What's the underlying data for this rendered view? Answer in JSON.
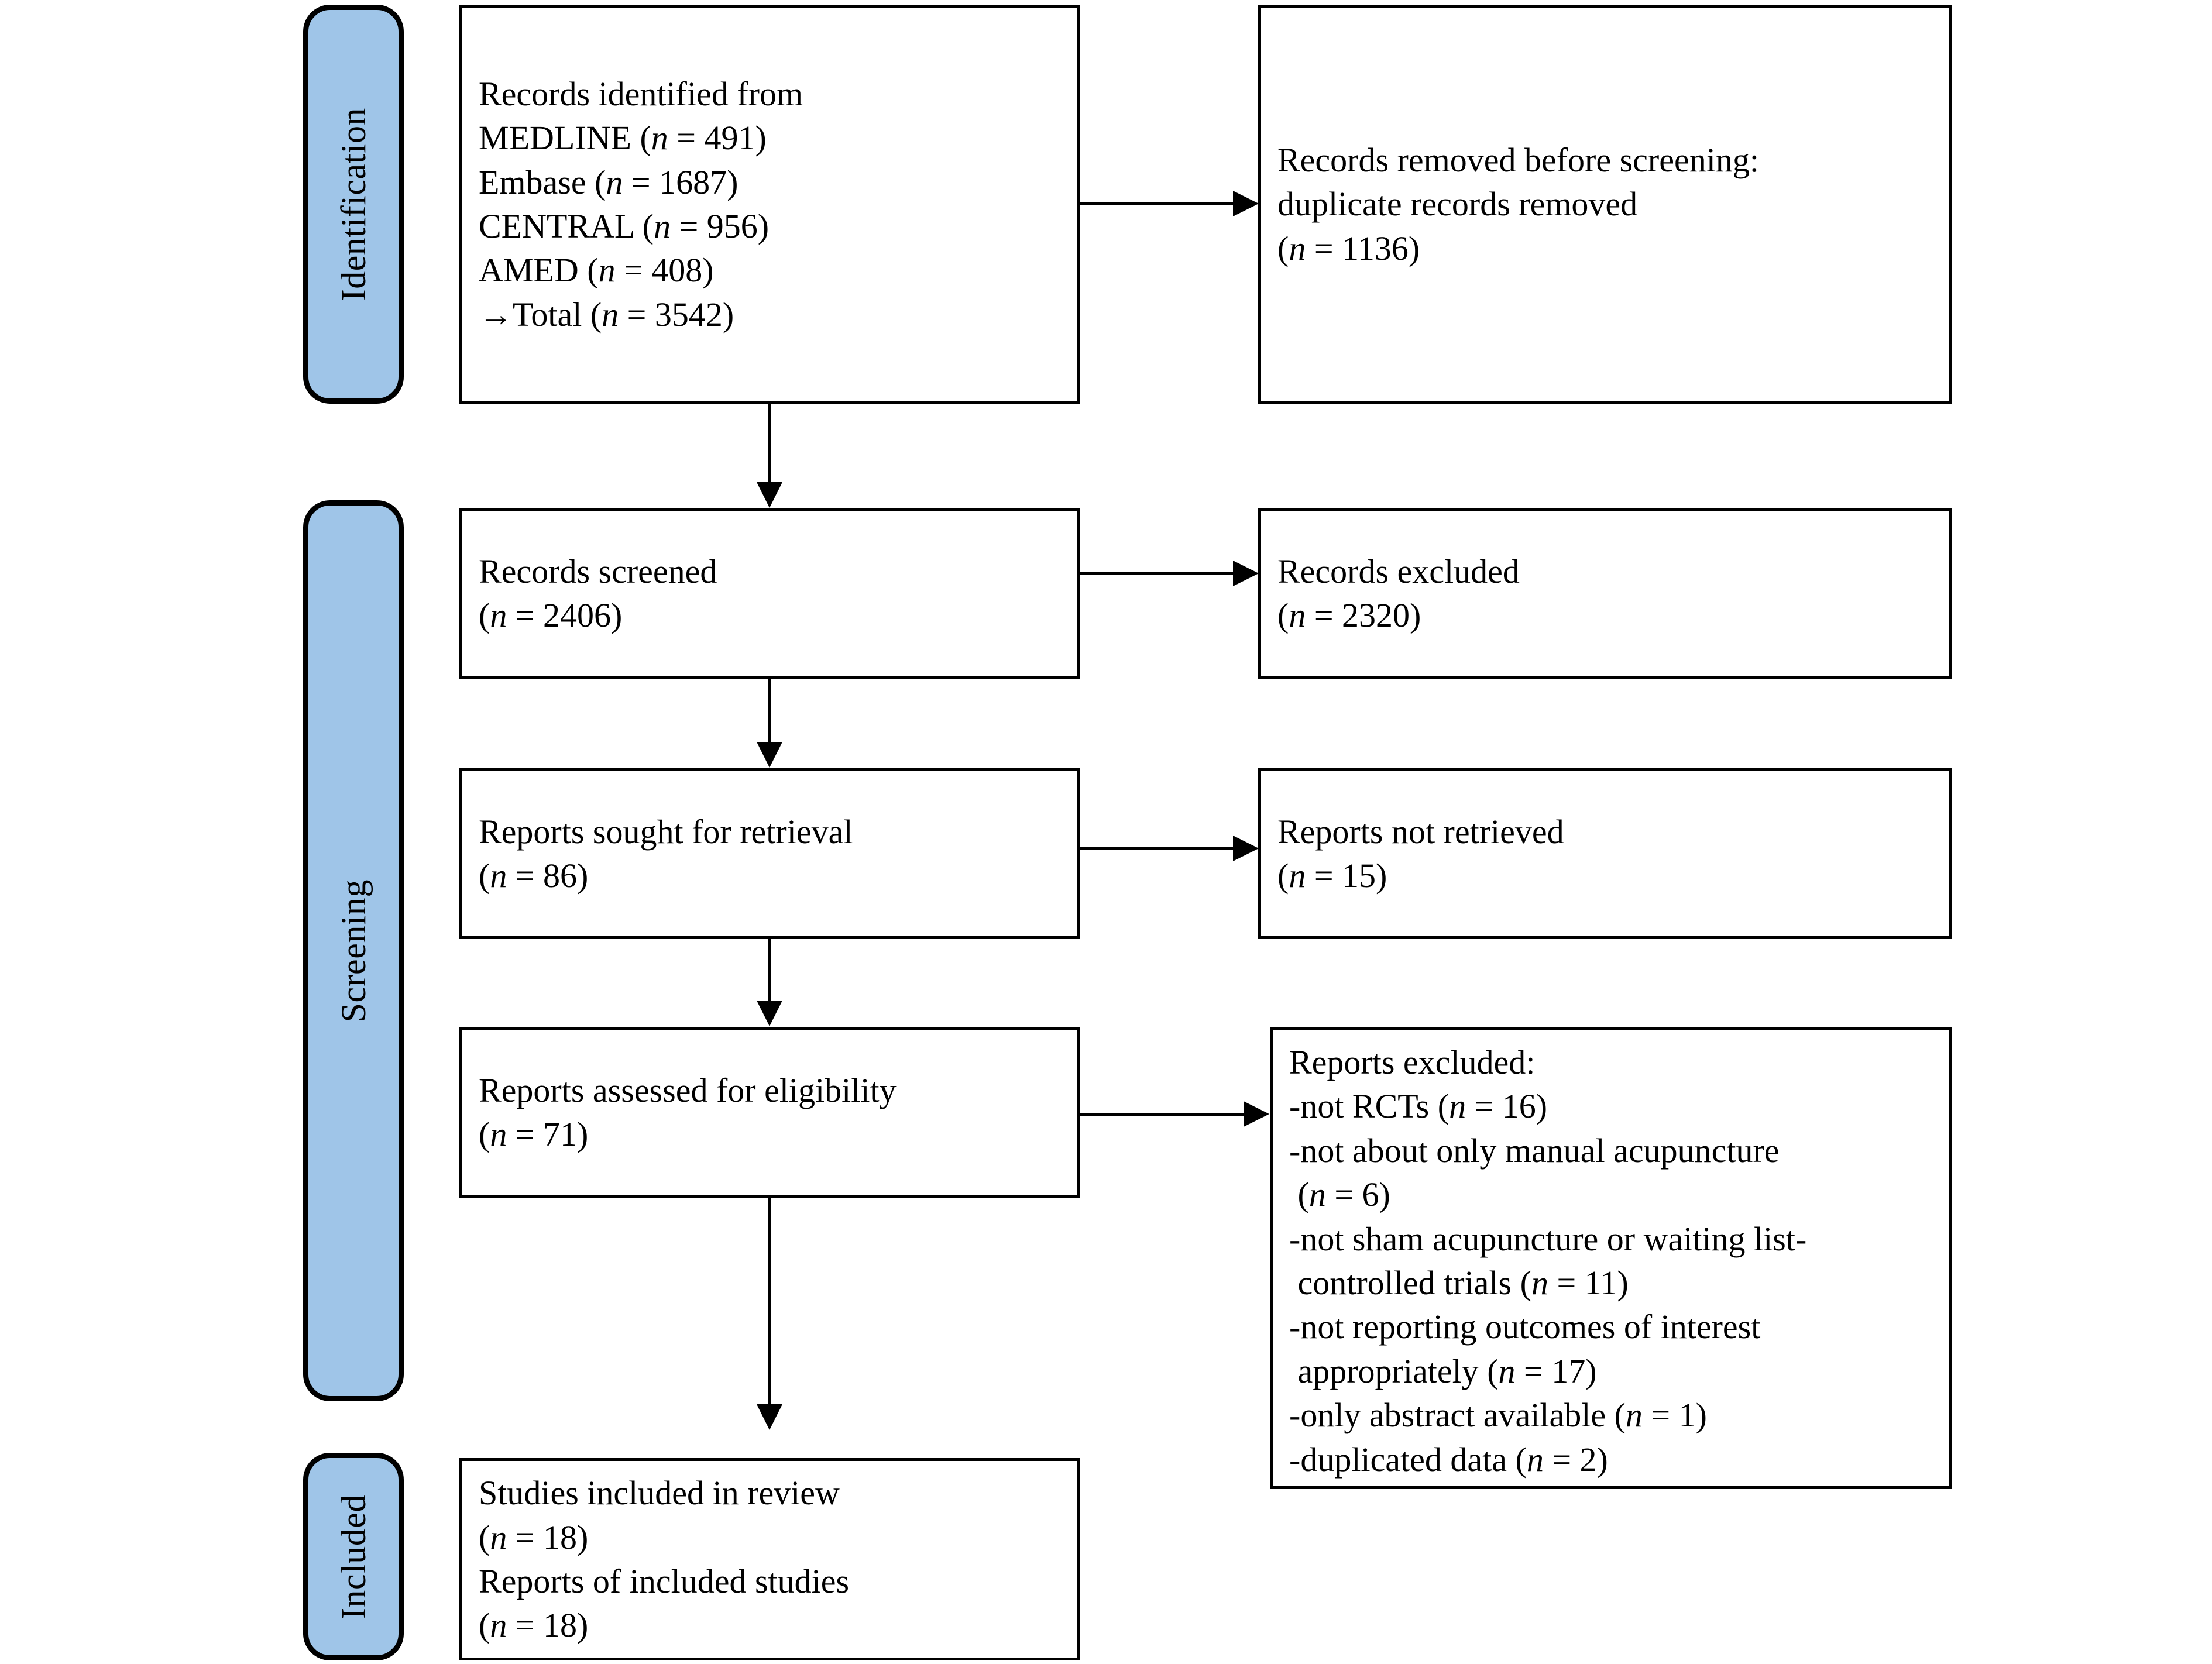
{
  "diagram": {
    "type": "PRISMA flow diagram",
    "accent_color": "#9FC5E8",
    "line_color": "#000000",
    "background_color": "#FFFFFF"
  },
  "stages": [
    {
      "id": "identification",
      "label": "Identification"
    },
    {
      "id": "screening",
      "label": "Screening"
    },
    {
      "id": "included",
      "label": "Included"
    }
  ],
  "boxes": {
    "identified": {
      "l1": "Records identified from",
      "l2_label": "MEDLINE (",
      "l2_n": "n",
      "l2_val": " = 491)",
      "l3_label": "Embase (",
      "l3_n": "n",
      "l3_val": " = 1687)",
      "l4_label": "CENTRAL (",
      "l4_n": "n",
      "l4_val": " = 956)",
      "l5_label": "AMED (",
      "l5_n": "n",
      "l5_val": " = 408)",
      "l6_label": "→Total (",
      "l6_n": "n",
      "l6_val": " = 3542)"
    },
    "removed": {
      "l1": "Records removed before screening:",
      "l2": "duplicate records removed",
      "l3_open": "(",
      "l3_n": "n",
      "l3_val": " = 1136)"
    },
    "screened": {
      "l1": "Records screened",
      "l2_open": "(",
      "l2_n": "n",
      "l2_val": " = 2406)"
    },
    "records_excluded": {
      "l1": "Records excluded",
      "l2_open": "(",
      "l2_n": "n",
      "l2_val": " = 2320)"
    },
    "sought": {
      "l1": "Reports sought for retrieval",
      "l2_open": "(",
      "l2_n": "n",
      "l2_val": " = 86)"
    },
    "not_retrieved": {
      "l1": "Reports not retrieved",
      "l2_open": "(",
      "l2_n": "n",
      "l2_val": " = 15)"
    },
    "assessed": {
      "l1": "Reports assessed for eligibility",
      "l2_open": "(",
      "l2_n": "n",
      "l2_val": " = 71)"
    },
    "reports_excluded": {
      "heading": "Reports excluded:",
      "r1a": "-not RCTs (",
      "r1n": "n",
      "r1b": " = 16)",
      "r2a": "-not about only manual acupuncture",
      "r2b_open": " (",
      "r2n": "n",
      "r2b": " = 6)",
      "r3a": "-not sham acupuncture or waiting list-",
      "r3b_pre": " controlled trials (",
      "r3n": "n",
      "r3b": " = 11)",
      "r4a": "-not reporting outcomes of interest",
      "r4b_pre": " appropriately (",
      "r4n": "n",
      "r4b": " = 17)",
      "r5a": "-only abstract available (",
      "r5n": "n",
      "r5b": " = 1)",
      "r6a": "-duplicated data (",
      "r6n": "n",
      "r6b": " = 2)"
    },
    "included": {
      "l1": "Studies included in review",
      "l2_open": "(",
      "l2_n": "n",
      "l2_val": " = 18)",
      "l3": "Reports of included studies",
      "l4_open": "(",
      "l4_n": "n",
      "l4_val": " = 18)"
    }
  },
  "chart_data": {
    "type": "diagram",
    "title": "PRISMA 2020 flow diagram",
    "nodes": [
      {
        "id": "identified",
        "stage": "Identification",
        "text": "Records identified from MEDLINE (n = 491), Embase (n = 1687), CENTRAL (n = 956), AMED (n = 408), Total (n = 3542)",
        "counts": {
          "MEDLINE": 491,
          "Embase": 1687,
          "CENTRAL": 956,
          "AMED": 408,
          "Total": 3542
        }
      },
      {
        "id": "removed",
        "stage": "Identification",
        "text": "Records removed before screening: duplicate records removed (n = 1136)",
        "counts": {
          "duplicates_removed": 1136
        }
      },
      {
        "id": "screened",
        "stage": "Screening",
        "text": "Records screened (n = 2406)",
        "counts": {
          "screened": 2406
        }
      },
      {
        "id": "records_excluded",
        "stage": "Screening",
        "text": "Records excluded (n = 2320)",
        "counts": {
          "excluded": 2320
        }
      },
      {
        "id": "sought",
        "stage": "Screening",
        "text": "Reports sought for retrieval (n = 86)",
        "counts": {
          "sought": 86
        }
      },
      {
        "id": "not_retrieved",
        "stage": "Screening",
        "text": "Reports not retrieved (n = 15)",
        "counts": {
          "not_retrieved": 15
        }
      },
      {
        "id": "assessed",
        "stage": "Screening",
        "text": "Reports assessed for eligibility (n = 71)",
        "counts": {
          "assessed": 71
        }
      },
      {
        "id": "reports_excluded",
        "stage": "Screening",
        "text": "Reports excluded",
        "counts": {
          "not RCTs": 16,
          "not about only manual acupuncture": 6,
          "not sham acupuncture or waiting list-controlled trials": 11,
          "not reporting outcomes of interest appropriately": 17,
          "only abstract available": 1,
          "duplicated data": 2
        }
      },
      {
        "id": "included",
        "stage": "Included",
        "text": "Studies included in review (n = 18); Reports of included studies (n = 18)",
        "counts": {
          "studies_included": 18,
          "reports_of_included_studies": 18
        }
      }
    ],
    "edges": [
      {
        "from": "identified",
        "to": "removed",
        "direction": "right"
      },
      {
        "from": "identified",
        "to": "screened",
        "direction": "down"
      },
      {
        "from": "screened",
        "to": "records_excluded",
        "direction": "right"
      },
      {
        "from": "screened",
        "to": "sought",
        "direction": "down"
      },
      {
        "from": "sought",
        "to": "not_retrieved",
        "direction": "right"
      },
      {
        "from": "sought",
        "to": "assessed",
        "direction": "down"
      },
      {
        "from": "assessed",
        "to": "reports_excluded",
        "direction": "right"
      },
      {
        "from": "assessed",
        "to": "included",
        "direction": "down"
      }
    ]
  }
}
